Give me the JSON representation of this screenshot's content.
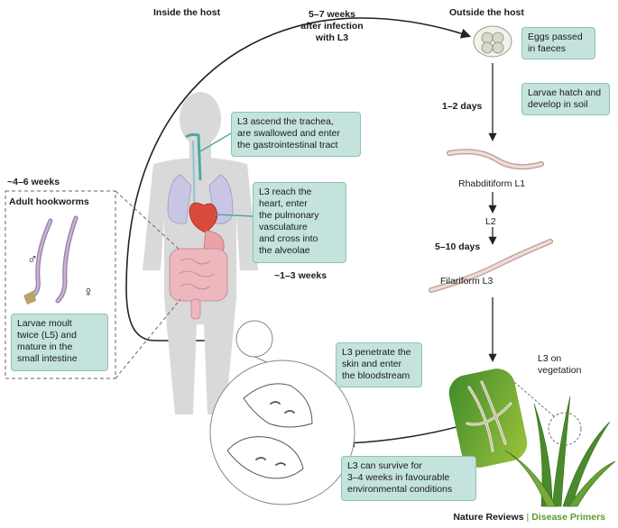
{
  "headers": {
    "inside": "Inside the host",
    "outside": "Outside the host",
    "top_timing": [
      "5–7 weeks",
      "after infection",
      "with L3"
    ]
  },
  "timings": {
    "one_two_days": "1–2 days",
    "five_ten_days": "5–10 days",
    "four_six_weeks": "~4–6 weeks",
    "one_three_weeks": "~1–3 weeks"
  },
  "stages": {
    "rhabditiform": "Rhabditiform L1",
    "l2": "L2",
    "filariform": "Filariform L3",
    "vegetation": [
      "L3 on",
      "vegetation"
    ]
  },
  "boxes": {
    "eggs": [
      "Eggs passed",
      "in faeces"
    ],
    "larvae_hatch": [
      "Larvae hatch and",
      "develop in soil"
    ],
    "trachea": [
      "L3 ascend the trachea,",
      "are swallowed and enter",
      "the gastrointestinal tract"
    ],
    "heart": [
      "L3 reach the",
      "heart, enter",
      "the pulmonary",
      "vasculature",
      "and cross into",
      "the alveolae"
    ],
    "penetrate": [
      "L3 penetrate the",
      "skin and enter",
      "the bloodstream"
    ],
    "survive": [
      "L3 can survive for",
      "3–4 weeks in favourable",
      "environmental conditions"
    ],
    "moult": [
      "Larvae moult",
      "twice (L5) and",
      "mature in the",
      "small intestine"
    ]
  },
  "adult": {
    "title": "Adult hookworms",
    "male": "♂",
    "female": "♀"
  },
  "footer": {
    "journal": "Nature Reviews",
    "separator": "|",
    "series": "Disease Primers"
  },
  "colors": {
    "box_fill": "#c3e3dc",
    "box_border": "#8cc2b6",
    "body_silhouette": "#d9d9d9",
    "worm_pink": "#e8c8c4",
    "green_accent": "#5a9c2e"
  }
}
